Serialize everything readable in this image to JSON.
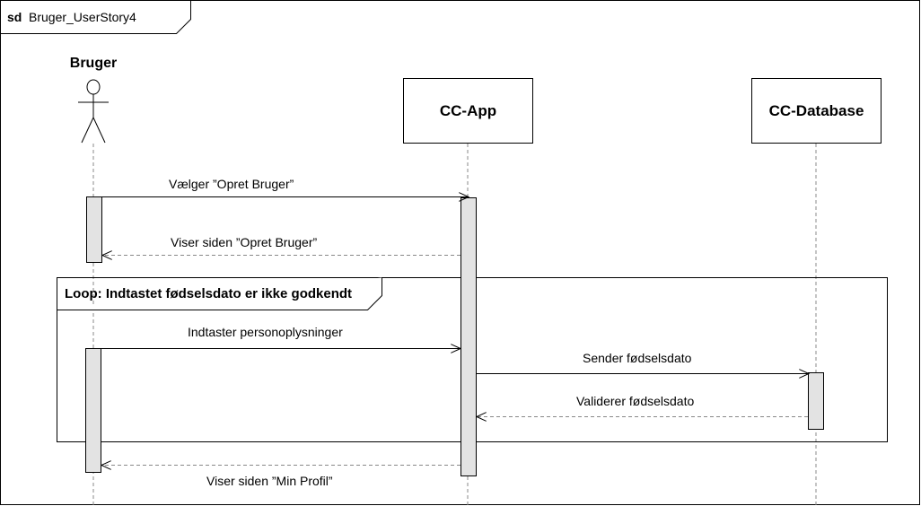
{
  "frame": {
    "keyword": "sd",
    "name": "Bruger_UserStory4"
  },
  "participants": {
    "actor": {
      "name": "Bruger"
    },
    "app": {
      "name": "CC-App"
    },
    "db": {
      "name": "CC-Database"
    }
  },
  "loop": {
    "label": "Loop: Indtastet fødselsdato er ikke godkendt"
  },
  "messages": [
    {
      "text": "Vælger ”Opret Bruger”",
      "kind": "sync"
    },
    {
      "text": "Viser siden ”Opret Bruger”",
      "kind": "return"
    },
    {
      "text": "Indtaster personoplysninger",
      "kind": "sync"
    },
    {
      "text": "Sender fødselsdato",
      "kind": "sync"
    },
    {
      "text": "Validerer fødselsdato",
      "kind": "return"
    },
    {
      "text": "Viser siden ”Min Profil”",
      "kind": "return"
    }
  ],
  "colors": {
    "line": "#000000",
    "lifeline": "#888888",
    "activation_fill": "#e3e3e3"
  }
}
